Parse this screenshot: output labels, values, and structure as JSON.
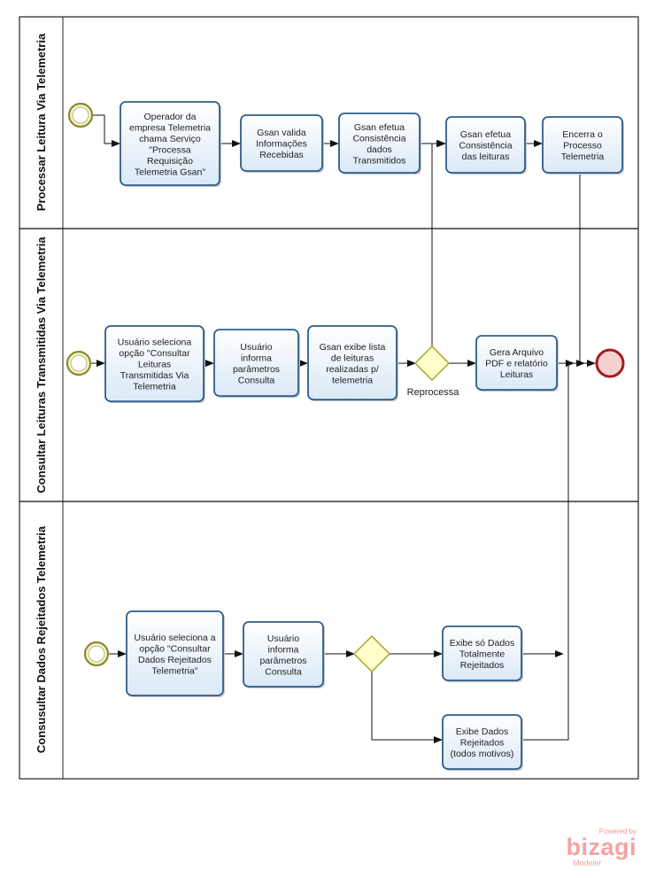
{
  "lanes": [
    {
      "label": "Processar Leitura Via Telemetria"
    },
    {
      "label": "Consultar Leituras Transmitidas Via Telemetria"
    },
    {
      "label": "Consusultar Dados Rejeitados Telemetria"
    }
  ],
  "tasks": {
    "t1": [
      "Operador da",
      "empresa Telemetria",
      "chama Serviço",
      "\"Processa",
      "Requisição",
      "Telemetria Gsan\""
    ],
    "t2": [
      "Gsan valida",
      "Informações",
      "Recebidas"
    ],
    "t3": [
      "Gsan efetua",
      "Consistência",
      "dados",
      "Transmitidos"
    ],
    "t4": [
      "Gsan efetua",
      "Consistência",
      "das leituras"
    ],
    "t5": [
      "Encerra o",
      "Processo",
      "Telemetria"
    ],
    "t6": [
      "Usuário seleciona",
      "opção \"Consultar",
      "Leituras",
      "Transmitidas Via",
      "Telemetria"
    ],
    "t7": [
      "Usuário",
      "informa",
      "parâmetros",
      "Consulta"
    ],
    "t8": [
      "Gsan exibe lista",
      "de leituras",
      "realizadas p/",
      "telemetria"
    ],
    "t9": [
      "Gera Arquivo",
      "PDF e relatório",
      "Leituras"
    ],
    "t10": [
      "Usuário seleciona a",
      "opção \"Consultar",
      "Dados Rejeitados",
      "Telemetria\""
    ],
    "t11": [
      "Usuário",
      "informa",
      "parâmetros",
      "Consulta"
    ],
    "t12": [
      "Exibe só Dados",
      "Totalmente",
      "Rejeitados"
    ],
    "t13": [
      "Exibe Dados",
      "Rejeitados",
      "(todos motivos)"
    ]
  },
  "gateway_label": "Reprocessa",
  "branding": {
    "powered": "Powered by",
    "name": "bizagi",
    "sub": "Modeler"
  },
  "colors": {
    "task_fill": "#e2eef9",
    "task_stroke": "#2d5d8b",
    "start_stroke": "#8c8c2a",
    "start_fill": "#f4f4d8",
    "end_stroke": "#a51c1c",
    "end_fill": "#f6d0d0",
    "gateway_fill": "#ffffcc",
    "gateway_stroke": "#a5a52a"
  }
}
